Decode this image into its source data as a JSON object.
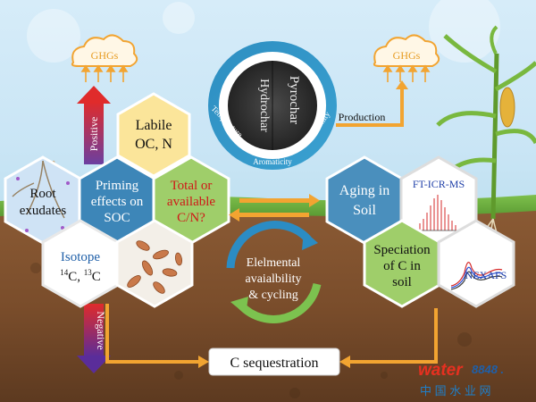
{
  "clouds": {
    "left": "GHGs",
    "right": "GHGs"
  },
  "arrows": {
    "positive": "Positive",
    "negative": "Negative"
  },
  "center_ring": {
    "pyrochar": "Pyrochar",
    "hydrochar": "Hydrochar",
    "temperature": "Temperature",
    "aromaticity": "Aromaticity",
    "stability": "Stability"
  },
  "production": "Production",
  "hexes": {
    "labile": {
      "line1": "Labile",
      "line2": "OC, N"
    },
    "root": {
      "line1": "Root",
      "line2": "exudates"
    },
    "priming": {
      "line1": "Priming",
      "line2": "effects on",
      "line3": "SOC"
    },
    "total": {
      "line1": "Total or",
      "line2": "available",
      "line3": "C/N?"
    },
    "isotope": {
      "line1": "Isotope",
      "line2a_sup": "14",
      "line2a": "C, ",
      "line2b_sup": "13",
      "line2b": "C"
    },
    "aging": {
      "line1": "Aging in",
      "line2": "Soil"
    },
    "ftms": "FT-ICR-MS",
    "speciation": {
      "line1": "Speciation",
      "line2": "of C in",
      "line3": "soil"
    },
    "nexafs": "NEXAFS"
  },
  "cycle": {
    "line1": "Elelmental",
    "line2": "avaialbility",
    "line3": "& cycling"
  },
  "sequestration": "C sequestration",
  "watermark": {
    "brand": "water",
    "number": "8848",
    "dot": ".",
    "cn": "中 国 水 业 网"
  }
}
